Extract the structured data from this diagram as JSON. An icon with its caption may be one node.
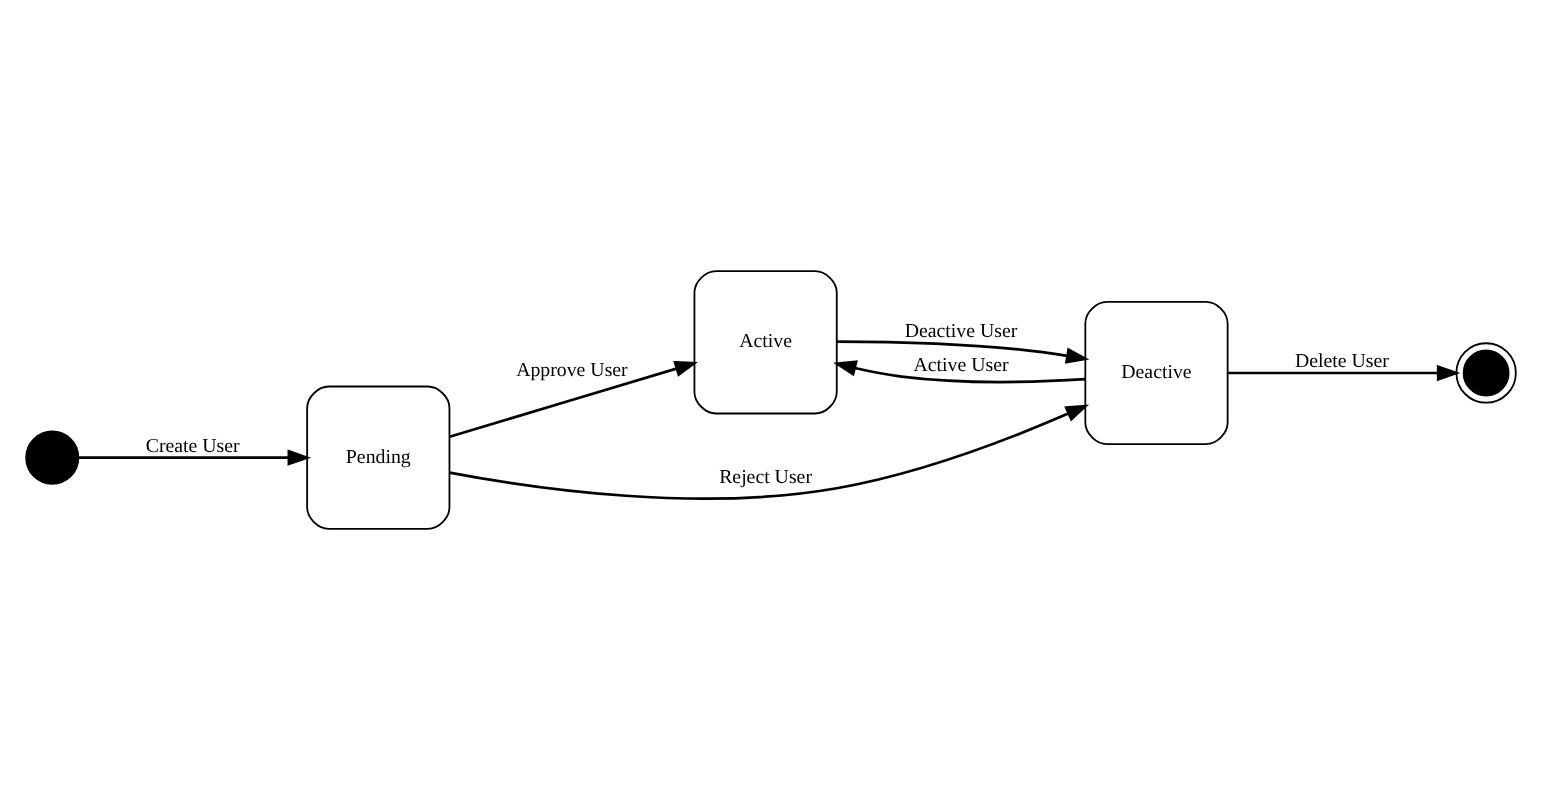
{
  "diagram": {
    "nodes": [
      {
        "text": [],
        "shape": "circle"
      },
      {
        "text": [
          "Pending"
        ]
      },
      {
        "text": [
          "Active"
        ]
      },
      {
        "text": [
          "Deactive"
        ]
      },
      {
        "text": [],
        "shape": "circle"
      }
    ],
    "edges": [
      {
        "from": 0,
        "to": 1,
        "arrow": "to",
        "label": "Create User"
      },
      {
        "from": 1,
        "to": 2,
        "arrow": "to",
        "label": "Approve User"
      },
      {
        "from": 1,
        "to": 3,
        "arrow": "to",
        "label": "Reject User"
      },
      {
        "from": 2,
        "to": 3,
        "arrow": "to",
        "label": "Deactive User"
      },
      {
        "from": 3,
        "to": 2,
        "arrow": "to",
        "label": "Active User"
      },
      {
        "from": 3,
        "to": 4,
        "arrow": "to",
        "label": "Delete User"
      }
    ]
  }
}
